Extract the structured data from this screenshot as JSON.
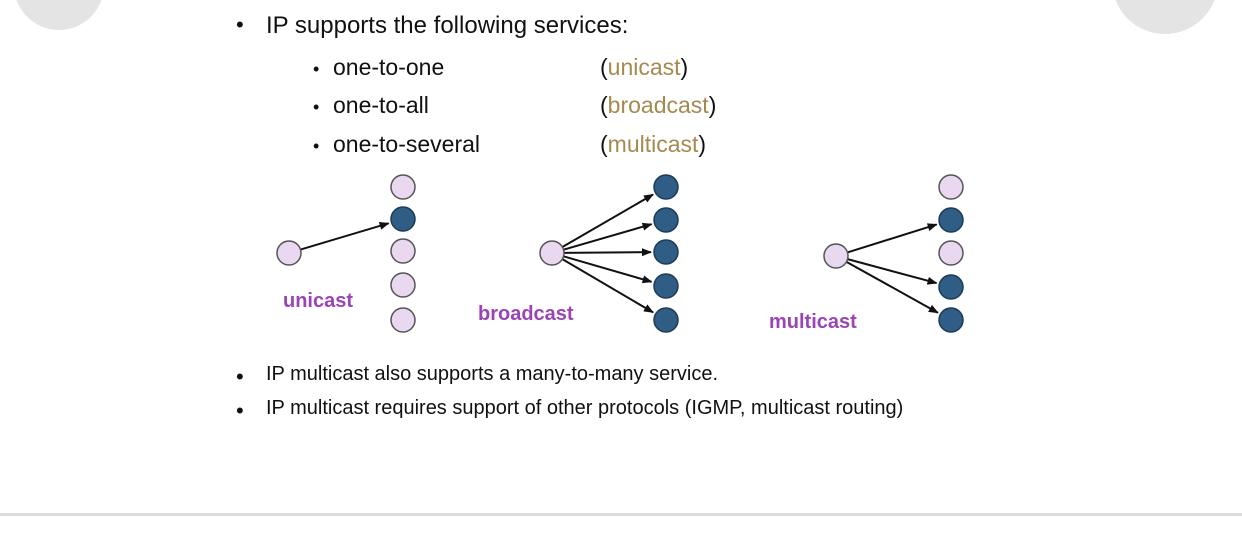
{
  "intro": "IP supports the following services:",
  "services": [
    {
      "kind": "one-to-one",
      "open": "(",
      "keyword": "unicast",
      "close": ")"
    },
    {
      "kind": "one-to-all",
      "open": "(",
      "keyword": "broadcast",
      "close": ")"
    },
    {
      "kind": "one-to-several",
      "open": "(",
      "keyword": "multicast",
      "close": ")"
    }
  ],
  "diagram": {
    "labels": {
      "unicast": "unicast",
      "broadcast": "broadcast",
      "multicast": "multicast"
    },
    "colors": {
      "node_light": "#e9d8ef",
      "node_dark": "#2f5d85",
      "label": "#9b44b8",
      "keyword": "#a48a4e"
    },
    "unicast_targets": [
      false,
      true,
      false,
      false,
      false
    ],
    "broadcast_targets": [
      true,
      true,
      true,
      true,
      true
    ],
    "multicast_targets": [
      false,
      true,
      false,
      true,
      true
    ]
  },
  "notes": [
    "IP multicast also supports a many-to-many service.",
    "IP multicast requires support of other protocols (IGMP, multicast routing)"
  ]
}
